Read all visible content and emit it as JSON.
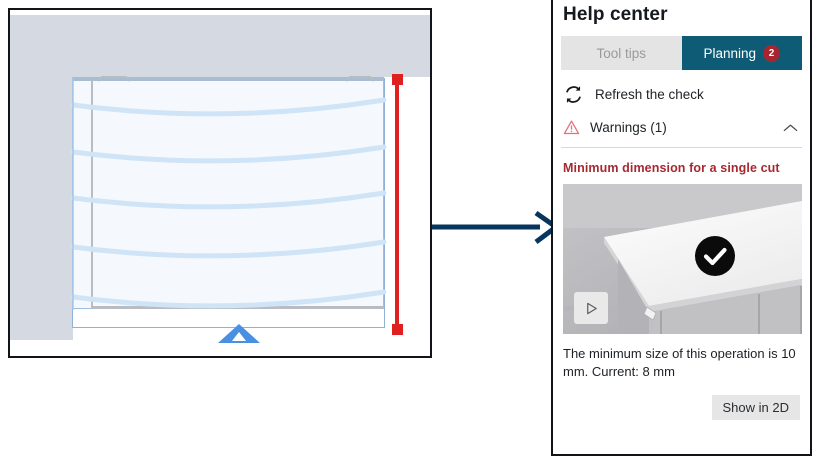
{
  "help_panel": {
    "title": "Help center",
    "tabs": [
      {
        "label": "Tool tips",
        "active": false,
        "badge": null,
        "name": "tab-tool-tips"
      },
      {
        "label": "Planning",
        "active": true,
        "badge": "2",
        "name": "tab-planning"
      }
    ],
    "refresh": {
      "label": "Refresh the check",
      "icon": "refresh-icon"
    },
    "warnings_section": {
      "label": "Warnings (1)",
      "icon": "warning-triangle-icon",
      "collapse_icon": "chevron-up-icon",
      "expanded": true
    },
    "warning_card": {
      "heading": "Minimum dimension for a single cut",
      "description": "The minimum size of this operation is 10 mm. Current: 8 mm",
      "thumbnail": {
        "alt": "cabinet-panel-render",
        "overlay_icon": "check-circle-icon",
        "play_icon": "play-icon"
      },
      "action_button": "Show in 2D"
    }
  },
  "cad_view": {
    "name": "cabinet-2d-preview",
    "selection": {
      "color": "#e02020",
      "label": "selected-edge"
    },
    "marker": {
      "color": "#4a90e2",
      "label": "dimension-marker"
    }
  },
  "connector": {
    "name": "flow-arrow",
    "color": "#07355e"
  },
  "colors": {
    "accent_teal": "#0d5b74",
    "badge_red": "#a82530",
    "warning_red": "#a82832",
    "selection_red": "#e02020",
    "marker_blue": "#4a90e2",
    "arrow_navy": "#07355e",
    "wall_grey": "#d5d9e1"
  }
}
